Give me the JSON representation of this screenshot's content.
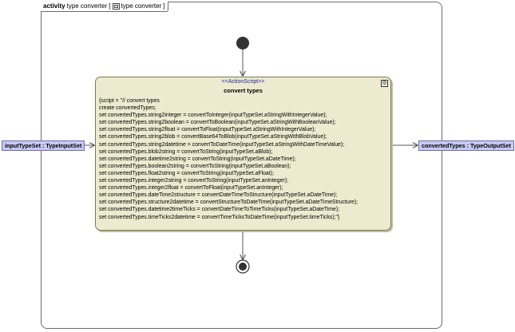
{
  "frame": {
    "keyword": "activity",
    "name": "type converter",
    "ref": "type converter"
  },
  "action": {
    "stereotype": "<<ActionScript>>",
    "name": "convert types",
    "lines": [
      "{script = \"// convert types",
      "create convertedTypes;",
      "set convertedTypes.string2integer = convertToInteger(inputTypeSet.aStringWithIntegerValue);",
      "set convertedTypes.string2boolean = convertToBoolean(inputTypeSet.aStringWithBooleanValue);",
      "set convertedTypes.string2float = convertToFloat(inputTypeSet.aStringWithIntegerValue);",
      "set convertedTypes.string2blob = convertBase64ToBlob(inputTypeSet.aStringWithBlobValue);",
      "set convertedTypes.string2datetime = convertToDateTime(inputTypeSet.aStringWithDateTimeValue);",
      "set convertedTypes.blob2string = convertToString(inputTypeSet.aBlob);",
      "set convertedTypes.datetime2string = convertToString(inputTypeSet.aDateTime);",
      "set convertedTypes.boolean2string = convertToString(inputTypeSet.aBoolean);",
      "set convertedTypes.float2string = convertToString(inputTypeSet.aFloat);",
      "set convertedTypes.integer2string = convertToString(inputTypeSet.anInteger);",
      "set convertedTypes.integer2float = convertToFloat(inputTypeSet.anInteger);",
      "set convertedTypes.dateTime2structure = convertDateTimeToStructure(inputTypeSet.aDateTime);",
      "set convertedTypes.structure2datetime = convertStructureToDateTime(inputTypeSet.aDateTimeStructure);",
      "set convertedTypes.datetime2timeTicks = convertDateTimeToTimeTicks(inputTypeSet.aDateTime);",
      "set convertedTypes.timeTicks2datetime = convertTimeTicksToDateTime(inputTypeSet.timeTicks);\"}"
    ]
  },
  "pins": {
    "input": "inputTypeSet : TypeInputSet",
    "output": "convertedTypes : TypeOutputSet"
  },
  "colors": {
    "action_fill": "#ecebcf",
    "pin_fill": "#c9c9f4",
    "stereotype": "#1c1ca8",
    "edge": "#555555"
  }
}
